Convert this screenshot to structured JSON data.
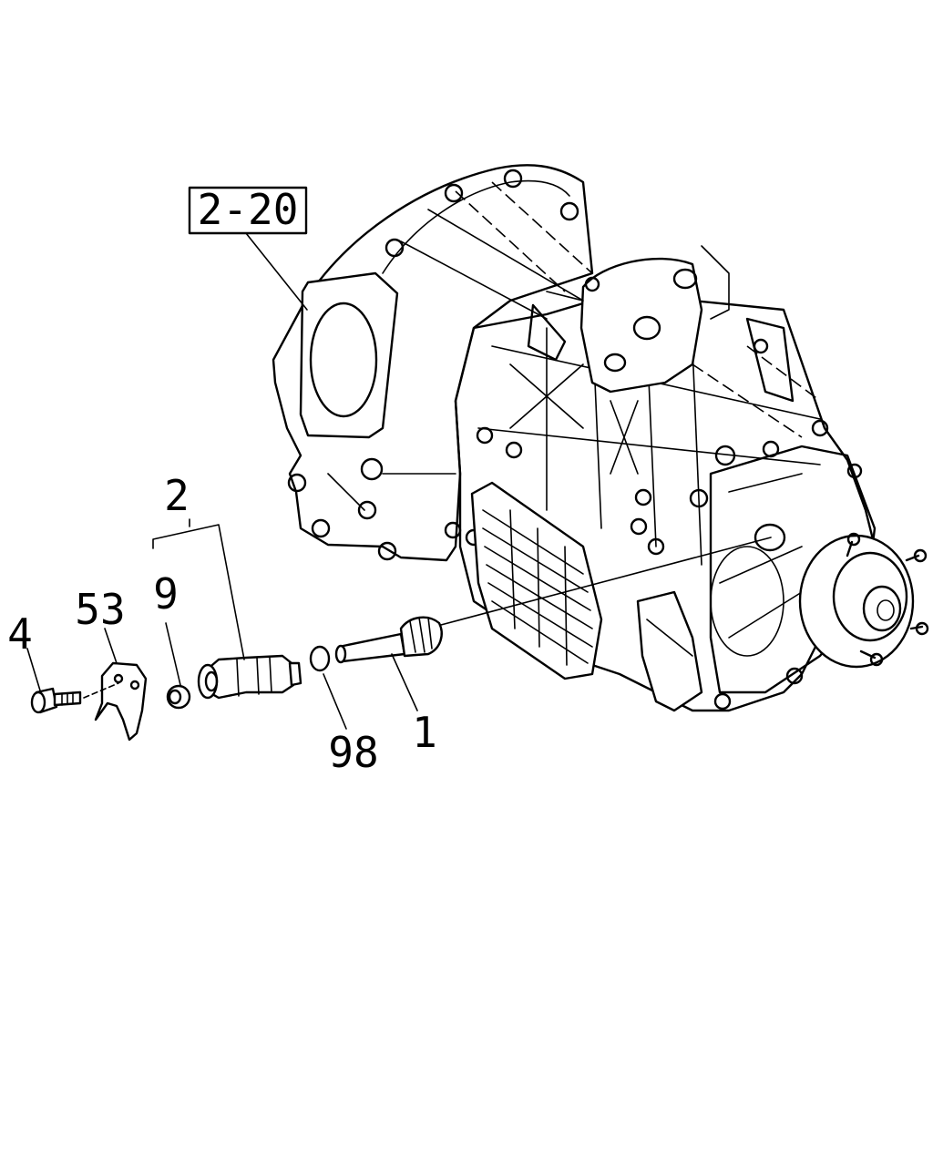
{
  "diagram": {
    "callouts": {
      "housing_ref": "2-20",
      "sensor_assy": "2",
      "bushing": "9",
      "bracket": "53",
      "bolt": "4",
      "driven_gear": "1",
      "o_ring": "98"
    }
  }
}
